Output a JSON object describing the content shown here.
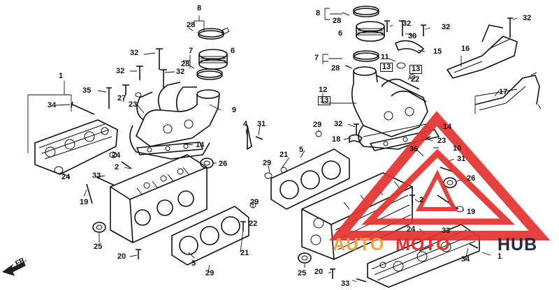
{
  "diagram": {
    "callouts_left": [
      {
        "id": "l8",
        "text": "8"
      },
      {
        "id": "l28a",
        "text": "28"
      },
      {
        "id": "l6",
        "text": "6"
      },
      {
        "id": "l7",
        "text": "7"
      },
      {
        "id": "l28b",
        "text": "28"
      },
      {
        "id": "l32a",
        "text": "32"
      },
      {
        "id": "l32b",
        "text": "32"
      },
      {
        "id": "l32c",
        "text": "32"
      },
      {
        "id": "l1",
        "text": "1"
      },
      {
        "id": "l35",
        "text": "35"
      },
      {
        "id": "l27",
        "text": "27"
      },
      {
        "id": "l34",
        "text": "34"
      },
      {
        "id": "l23",
        "text": "23"
      },
      {
        "id": "l9",
        "text": "9"
      },
      {
        "id": "l4",
        "text": "4"
      },
      {
        "id": "l31",
        "text": "31"
      },
      {
        "id": "l14",
        "text": "14"
      },
      {
        "id": "l24a",
        "text": "24"
      },
      {
        "id": "l2",
        "text": "2"
      },
      {
        "id": "l26",
        "text": "26"
      },
      {
        "id": "l33",
        "text": "33"
      },
      {
        "id": "l24b",
        "text": "24"
      },
      {
        "id": "l19",
        "text": "19"
      },
      {
        "id": "l29a",
        "text": "29"
      },
      {
        "id": "l25",
        "text": "25"
      },
      {
        "id": "l22",
        "text": "22"
      },
      {
        "id": "l20",
        "text": "20"
      },
      {
        "id": "l21",
        "text": "21"
      },
      {
        "id": "l5",
        "text": "5"
      },
      {
        "id": "l29b",
        "text": "29"
      }
    ],
    "callouts_right": [
      {
        "id": "r8",
        "text": "8"
      },
      {
        "id": "r28a",
        "text": "28"
      },
      {
        "id": "r32a",
        "text": "32"
      },
      {
        "id": "r6",
        "text": "6"
      },
      {
        "id": "r30",
        "text": "30"
      },
      {
        "id": "r32b",
        "text": "32"
      },
      {
        "id": "r32c",
        "text": "32"
      },
      {
        "id": "r7",
        "text": "7"
      },
      {
        "id": "r11",
        "text": "11"
      },
      {
        "id": "r15",
        "text": "15"
      },
      {
        "id": "r28b",
        "text": "28"
      },
      {
        "id": "r13a",
        "text": "13",
        "boxed": true
      },
      {
        "id": "r13b",
        "text": "13",
        "boxed": true
      },
      {
        "id": "r22",
        "text": "22"
      },
      {
        "id": "r16",
        "text": "16"
      },
      {
        "id": "r12",
        "text": "12"
      },
      {
        "id": "r13c",
        "text": "13",
        "boxed": true
      },
      {
        "id": "r17",
        "text": "17"
      },
      {
        "id": "r32d",
        "text": "32"
      },
      {
        "id": "r29a",
        "text": "29"
      },
      {
        "id": "r14",
        "text": "14"
      },
      {
        "id": "r18",
        "text": "18"
      },
      {
        "id": "r23",
        "text": "23"
      },
      {
        "id": "r10",
        "text": "10"
      },
      {
        "id": "r21",
        "text": "21"
      },
      {
        "id": "r36",
        "text": "36"
      },
      {
        "id": "r5",
        "text": "5"
      },
      {
        "id": "r31",
        "text": "31"
      },
      {
        "id": "r29b",
        "text": "29"
      },
      {
        "id": "r26",
        "text": "26"
      },
      {
        "id": "r2",
        "text": "2"
      },
      {
        "id": "r19",
        "text": "19"
      },
      {
        "id": "r24",
        "text": "24"
      },
      {
        "id": "r33a",
        "text": "33"
      },
      {
        "id": "r34",
        "text": "34"
      },
      {
        "id": "r1",
        "text": "1"
      },
      {
        "id": "r25",
        "text": "25"
      },
      {
        "id": "r20",
        "text": "20"
      },
      {
        "id": "r33b",
        "text": "33"
      }
    ],
    "direction_label": "FR.",
    "watermark": {
      "part1": "AUTO",
      "part2": "MOTO",
      "part3": "HUB",
      "color_red": "#e3312e",
      "color_orange": "#f0a640",
      "color_dark": "#1f2b3a"
    }
  }
}
